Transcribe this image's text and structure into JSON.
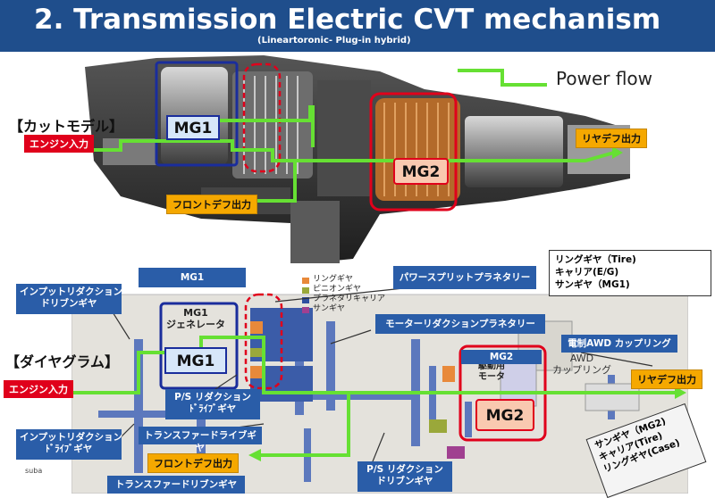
{
  "header": {
    "title": "2.  Transmission Electric CVT mechanism",
    "subtitle": "(Lineartoronic-  Plug-in hybrid)"
  },
  "legend": {
    "label": "Power flow",
    "color": "#66e033"
  },
  "cutaway": {
    "section_label": "【カットモデル】",
    "engine_input": "エンジン入力",
    "rear_diff_output": "リヤデフ出力",
    "front_diff_output": "フロントデフ出力",
    "mg1": "MG1",
    "mg2": "MG2"
  },
  "diagram": {
    "section_label": "【ダイヤグラム】",
    "engine_input": "エンジン入力",
    "rear_diff_output": "リヤデフ出力",
    "front_diff_output": "フロントデフ出力",
    "mg1": "MG1",
    "mg2": "MG2",
    "mg1_top_label": "MG1",
    "mg2_top_label": "MG2",
    "input_reduction_driven": "インプットリダクション\nドリブンギヤ",
    "input_reduction_drive": "インプットリダクション\nﾄﾞﾗｲﾌﾞギヤ",
    "ps_reduction_drive": "P/S リダクション\nﾄﾞﾗｲﾌﾞギヤ",
    "ps_reduction_driven": "P/S リダクション\nドリブンギヤ",
    "transfer_drive": "トランスファードライブギヤ",
    "transfer_driven": "トランスファードリブンギヤ",
    "power_split_planetary": "パワースプリットプラネタリー",
    "power_split_members": "リングギヤ（Tire)\nキャリア(E/G)\nサンギヤ（MG1)",
    "motor_reduction_planetary": "モーターリダクションプラネタリー",
    "awd_coupling": "電制AWD カップリング",
    "motor_reduction_members": "サンギヤ（MG2)\nキャリア(Tire)\nリングギヤ(Case)",
    "gear_legend": [
      "リングギヤ",
      "ピニオンギヤ",
      "プラネタリキャリア",
      "サンギヤ"
    ],
    "gear_legend_colors": [
      "#e8893a",
      "#9aa83a",
      "#2e4ea0",
      "#a04090"
    ],
    "mg1_generator_text": "MG1\nジェネレータ",
    "mg2_motor_text": "駆動用\nモータ",
    "awd_text": "AWD\nカップリング"
  },
  "footer": {
    "brand_fragment": "suba"
  }
}
